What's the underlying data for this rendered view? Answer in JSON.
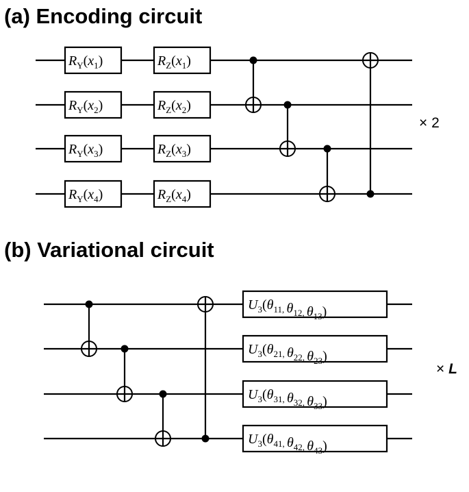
{
  "encoding": {
    "title": "(a) Encoding circuit",
    "repeat": "× 2",
    "ry_gates": [
      {
        "op": "R",
        "sub": "Y",
        "var": "x",
        "idx": "1"
      },
      {
        "op": "R",
        "sub": "Y",
        "var": "x",
        "idx": "2"
      },
      {
        "op": "R",
        "sub": "Y",
        "var": "x",
        "idx": "3"
      },
      {
        "op": "R",
        "sub": "Y",
        "var": "x",
        "idx": "4"
      }
    ],
    "rz_gates": [
      {
        "op": "R",
        "sub": "Z",
        "var": "x",
        "idx": "1"
      },
      {
        "op": "R",
        "sub": "Z",
        "var": "x",
        "idx": "2"
      },
      {
        "op": "R",
        "sub": "Z",
        "var": "x",
        "idx": "3"
      },
      {
        "op": "R",
        "sub": "Z",
        "var": "x",
        "idx": "4"
      }
    ],
    "cnots": [
      {
        "control": 1,
        "target": 2
      },
      {
        "control": 2,
        "target": 3
      },
      {
        "control": 3,
        "target": 4
      },
      {
        "control": 4,
        "target": 1
      }
    ]
  },
  "variational": {
    "title": "(b) Variational circuit",
    "repeat": "× ",
    "repeat_var": "L",
    "cnots": [
      {
        "control": 1,
        "target": 2
      },
      {
        "control": 2,
        "target": 3
      },
      {
        "control": 3,
        "target": 4
      },
      {
        "control": 4,
        "target": 1
      }
    ],
    "u3_gates": [
      {
        "op": "U",
        "sub": "3",
        "var": "θ",
        "args": [
          "11",
          "12",
          "13"
        ]
      },
      {
        "op": "U",
        "sub": "3",
        "var": "θ",
        "args": [
          "21",
          "22",
          "23"
        ]
      },
      {
        "op": "U",
        "sub": "3",
        "var": "θ",
        "args": [
          "31",
          "32",
          "33"
        ]
      },
      {
        "op": "U",
        "sub": "3",
        "var": "θ",
        "args": [
          "41",
          "42",
          "43"
        ]
      }
    ]
  }
}
